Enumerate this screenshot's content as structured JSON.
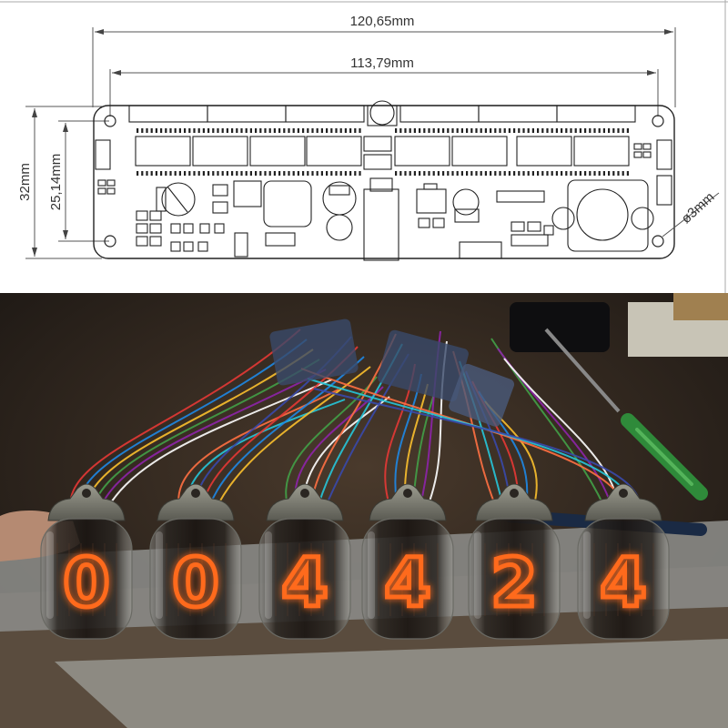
{
  "drawing": {
    "overall_width": "120,65mm",
    "hole_spacing": "113,79mm",
    "overall_height": "32mm",
    "hole_height": "25,14mm",
    "hole_diameter": "ø3mm"
  },
  "photo": {
    "digits": [
      "0",
      "0",
      "4",
      "4",
      "2",
      "4"
    ],
    "glow_color": "#ff6a1e",
    "wire_colors": [
      "#e53935",
      "#1e88e5",
      "#fbc02d",
      "#43a047",
      "#8e24aa",
      "#ffffff",
      "#ff7043",
      "#26c6da",
      "#3949ab"
    ]
  }
}
